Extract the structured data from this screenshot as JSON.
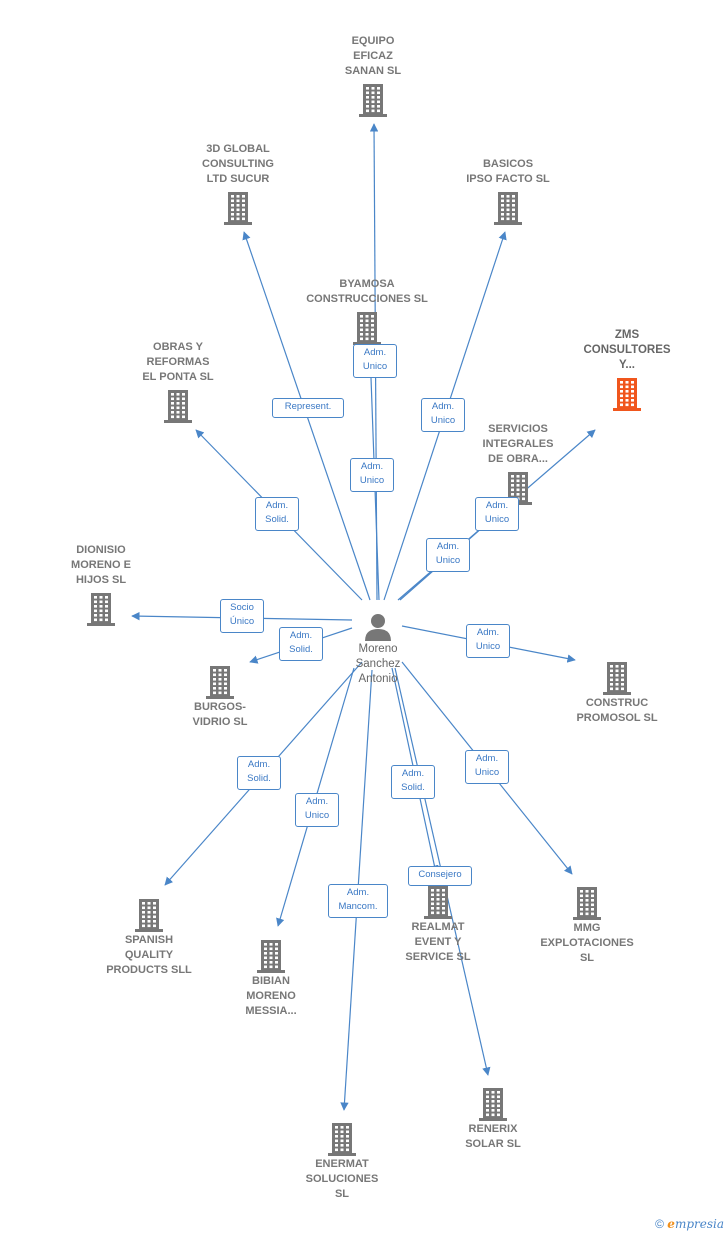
{
  "center": {
    "name": "Moreno\nSanchez\nAntonio",
    "icon": "person-icon"
  },
  "companies": [
    {
      "id": "equipo",
      "name": "EQUIPO\nEFICAZ\nSANAN  SL",
      "icon": "building-icon",
      "highlight": false
    },
    {
      "id": "3dglobal",
      "name": "3D GLOBAL\nCONSULTING\nLTD SUCUR",
      "icon": "building-icon",
      "highlight": false
    },
    {
      "id": "basicos",
      "name": "BASICOS\nIPSO FACTO SL",
      "icon": "building-icon",
      "highlight": false
    },
    {
      "id": "byamosa",
      "name": "BYAMOSA\nCONSTRUCCIONES SL",
      "icon": "building-icon",
      "highlight": false
    },
    {
      "id": "zms",
      "name": "ZMS\nCONSULTORES\nY...",
      "icon": "building-icon",
      "highlight": true
    },
    {
      "id": "obras",
      "name": "OBRAS Y\nREFORMAS\nEL PONTA  SL",
      "icon": "building-icon",
      "highlight": false
    },
    {
      "id": "servicios",
      "name": "SERVICIOS\nINTEGRALES\nDE OBRA...",
      "icon": "building-icon",
      "highlight": false
    },
    {
      "id": "dionisio",
      "name": "DIONISIO\nMORENO E\nHIJOS SL",
      "icon": "building-icon",
      "highlight": false
    },
    {
      "id": "burgos",
      "name": "BURGOS-\nVIDRIO  SL",
      "icon": "building-icon",
      "highlight": false
    },
    {
      "id": "construc",
      "name": "CONSTRUC\nPROMOSOL SL",
      "icon": "building-icon",
      "highlight": false
    },
    {
      "id": "spanish",
      "name": "SPANISH\nQUALITY\nPRODUCTS SLL",
      "icon": "building-icon",
      "highlight": false
    },
    {
      "id": "bibian",
      "name": "BIBIAN\nMORENO\nMESSIA...",
      "icon": "building-icon",
      "highlight": false
    },
    {
      "id": "realmat",
      "name": "REALMAT\nEVENT Y\nSERVICE  SL",
      "icon": "building-icon",
      "highlight": false
    },
    {
      "id": "mmg",
      "name": "MMG\nEXPLOTACIONES\nSL",
      "icon": "building-icon",
      "highlight": false
    },
    {
      "id": "enermat",
      "name": "ENERMAT\nSOLUCIONES\nSL",
      "icon": "building-icon",
      "highlight": false
    },
    {
      "id": "renerix",
      "name": "RENERIX\nSOLAR  SL",
      "icon": "building-icon",
      "highlight": false
    }
  ],
  "relations": [
    {
      "target": "equipo",
      "label": "Adm.\nUnico"
    },
    {
      "target": "byamosa",
      "label": "Adm.\nUnico"
    },
    {
      "target": "3dglobal",
      "label": "Represent."
    },
    {
      "target": "basicos",
      "label": "Adm.\nUnico"
    },
    {
      "target": "zms",
      "label": "Adm.\nUnico"
    },
    {
      "target": "servicios",
      "label": "Adm.\nUnico"
    },
    {
      "target": "obras",
      "label": "Adm.\nSolid."
    },
    {
      "target": "dionisio",
      "label": "Socio\nÚnico"
    },
    {
      "target": "burgos",
      "label": "Adm.\nSolid."
    },
    {
      "target": "construc",
      "label": "Adm.\nUnico"
    },
    {
      "target": "spanish",
      "label": "Adm.\nSolid."
    },
    {
      "target": "bibian",
      "label": "Adm.\nUnico"
    },
    {
      "target": "realmat",
      "label": "Adm.\nSolid."
    },
    {
      "target": "mmg",
      "label": "Adm.\nUnico"
    },
    {
      "target": "enermat",
      "label": "Adm.\nMancom."
    },
    {
      "target": "renerix",
      "label": "Consejero"
    }
  ],
  "colors": {
    "edge": "#4a86c8",
    "building": "#777777",
    "highlight": "#f0561d",
    "label_text": "#3a78c4"
  },
  "footer": {
    "copyright": "©",
    "brand_initial": "e",
    "brand_rest": "mpresia"
  }
}
